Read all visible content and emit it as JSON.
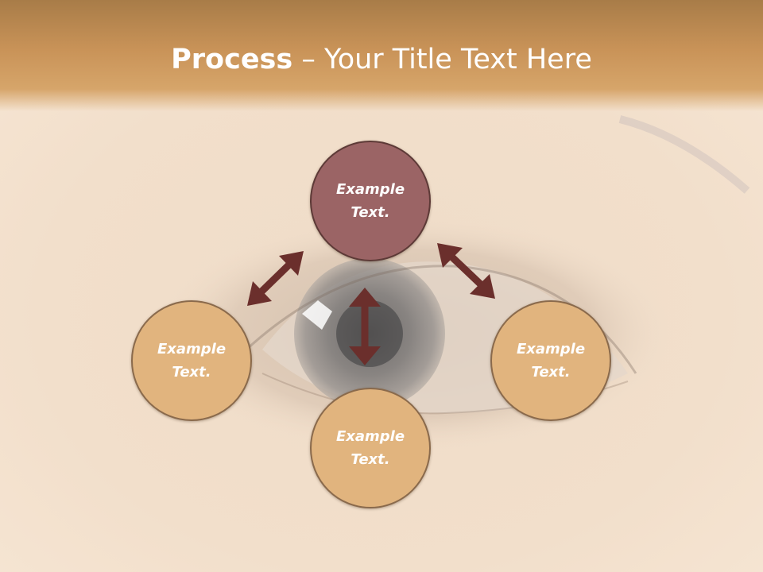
{
  "title": {
    "strong": "Process",
    "rest": " – Your Title Text Here"
  },
  "nodes": {
    "top": "Example\nText.",
    "left": "Example\nText.",
    "right": "Example\nText.",
    "bottom": "Example\nText."
  },
  "colors": {
    "title_band": "#c99358",
    "node_highlight": "#9b6465",
    "node_default": "#e1b47e",
    "arrow": "#6b2f2c"
  }
}
